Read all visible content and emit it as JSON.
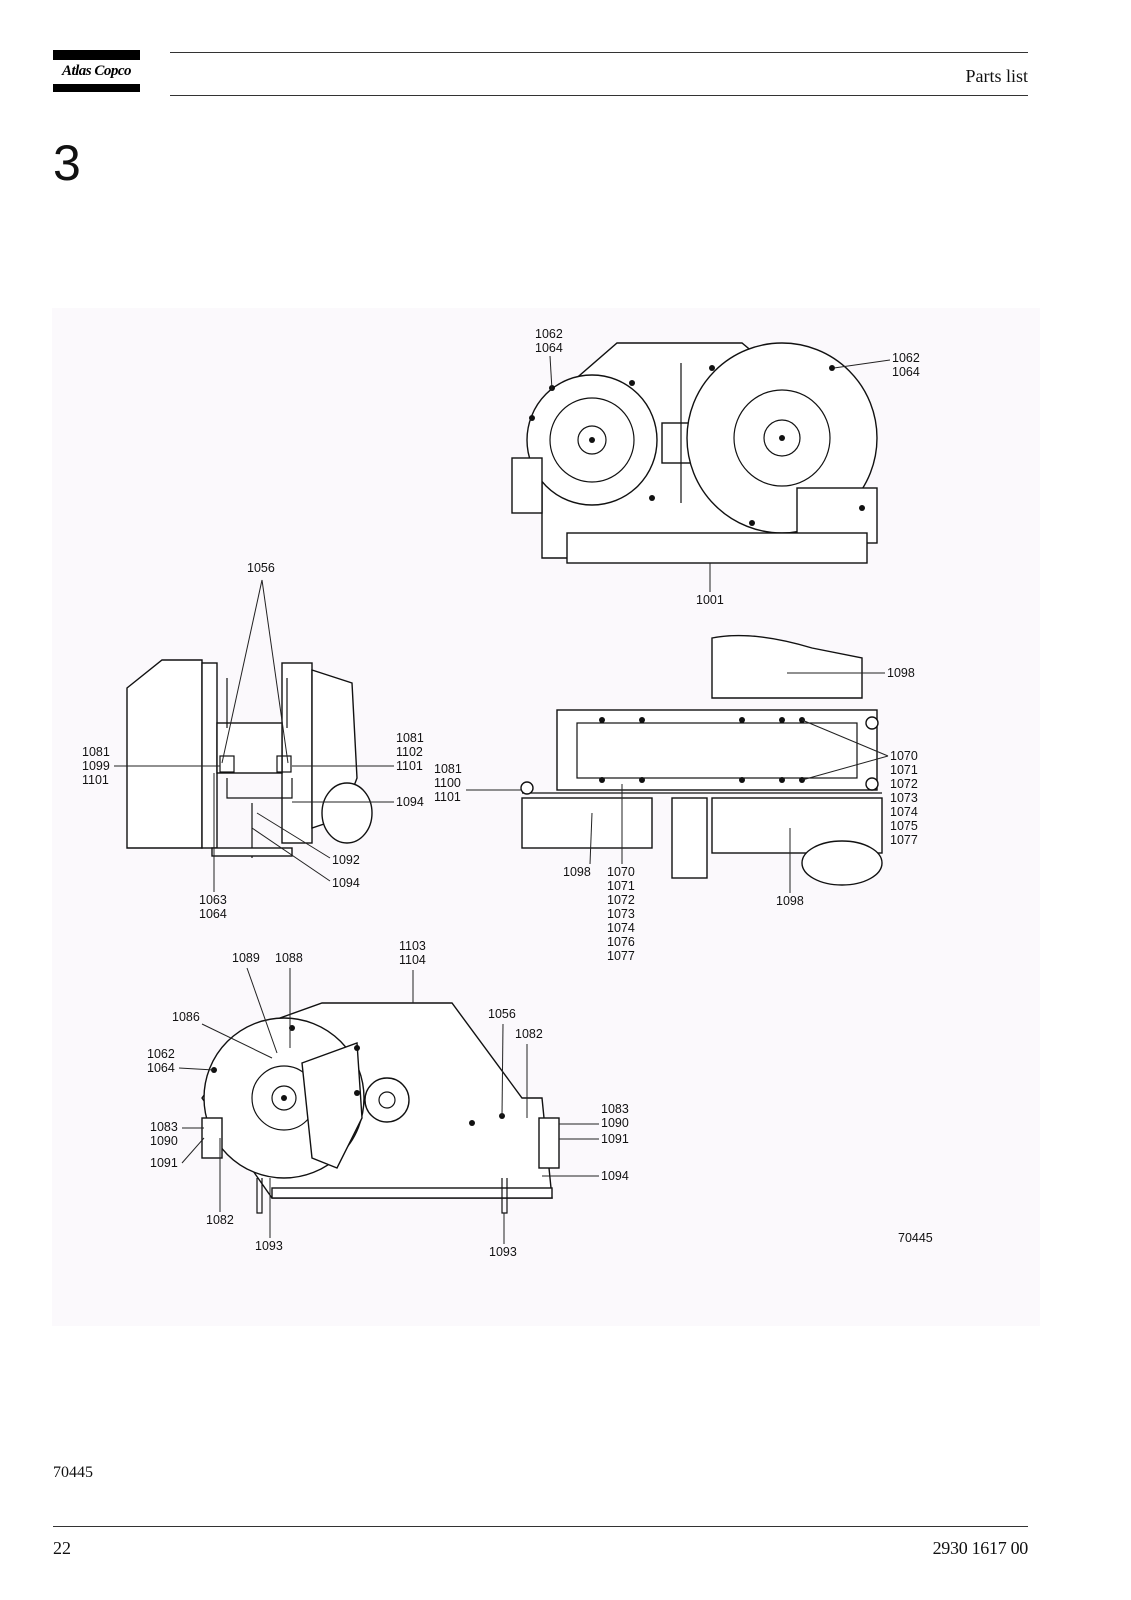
{
  "header": {
    "logo_text": "Atlas Copco",
    "title": "Parts list"
  },
  "section_number": "3",
  "figure": {
    "drawing_number": "70445",
    "callouts": {
      "top_left_a": "1062",
      "top_left_b": "1064",
      "top_right_a": "1062",
      "top_right_b": "1064",
      "top_bottom": "1001",
      "mid_left_top": "1056",
      "mid_left_l1": "1081",
      "mid_left_l2": "1099",
      "mid_left_l3": "1101",
      "mid_left_r1": "1081",
      "mid_left_r2": "1102",
      "mid_left_r3": "1101",
      "mid_left_1094": "1094",
      "mid_left_1092": "1092",
      "mid_left_1094b": "1094",
      "mid_left_b1": "1063",
      "mid_left_b2": "1064",
      "mid_right_l1": "1081",
      "mid_right_l2": "1100",
      "mid_right_l3": "1101",
      "mid_right_1098_top": "1098",
      "mid_right_r1": "1070",
      "mid_right_r2": "1071",
      "mid_right_r3": "1072",
      "mid_right_r4": "1073",
      "mid_right_r5": "1074",
      "mid_right_r6": "1075",
      "mid_right_r7": "1077",
      "mid_right_1098_bl": "1098",
      "mid_right_c1": "1070",
      "mid_right_c2": "1071",
      "mid_right_c3": "1072",
      "mid_right_c4": "1073",
      "mid_right_c5": "1074",
      "mid_right_c6": "1076",
      "mid_right_c7": "1077",
      "mid_right_1098_br": "1098",
      "bot_1103": "1103",
      "bot_1104": "1104",
      "bot_1089": "1089",
      "bot_1088": "1088",
      "bot_1086": "1086",
      "bot_1062": "1062",
      "bot_1064": "1064",
      "bot_1056": "1056",
      "bot_1082_top": "1082",
      "bot_1083_l": "1083",
      "bot_1090_l": "1090",
      "bot_1091_l": "1091",
      "bot_1082_b": "1082",
      "bot_1093_l": "1093",
      "bot_1093_r": "1093",
      "bot_1083_r": "1083",
      "bot_1090_r": "1090",
      "bot_1091_r": "1091",
      "bot_1094": "1094",
      "fig_code": "70445"
    }
  },
  "footer": {
    "figure_id": "70445",
    "page_number": "22",
    "document_number": "2930 1617 00"
  }
}
